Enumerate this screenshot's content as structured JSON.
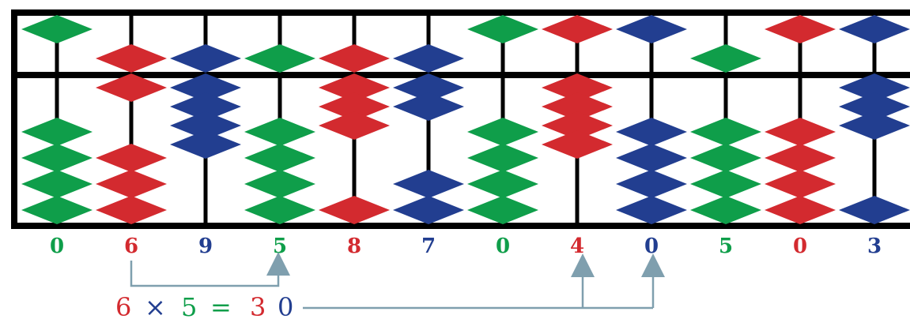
{
  "colors": {
    "green": "#0f9e4a",
    "red": "#d32a2f",
    "blue": "#223e90",
    "frame": "#000000",
    "arrow": "#7f9fae"
  },
  "rods": [
    {
      "digit": "0",
      "color": "green",
      "upper_active": false,
      "lower_active": 0
    },
    {
      "digit": "6",
      "color": "red",
      "upper_active": true,
      "lower_active": 1
    },
    {
      "digit": "9",
      "color": "blue",
      "upper_active": true,
      "lower_active": 4
    },
    {
      "digit": "5",
      "color": "green",
      "upper_active": true,
      "lower_active": 0
    },
    {
      "digit": "8",
      "color": "red",
      "upper_active": true,
      "lower_active": 3
    },
    {
      "digit": "7",
      "color": "blue",
      "upper_active": true,
      "lower_active": 2
    },
    {
      "digit": "0",
      "color": "green",
      "upper_active": false,
      "lower_active": 0
    },
    {
      "digit": "4",
      "color": "red",
      "upper_active": false,
      "lower_active": 4
    },
    {
      "digit": "0",
      "color": "blue",
      "upper_active": false,
      "lower_active": 0
    },
    {
      "digit": "5",
      "color": "green",
      "upper_active": true,
      "lower_active": 0
    },
    {
      "digit": "0",
      "color": "red",
      "upper_active": false,
      "lower_active": 0
    },
    {
      "digit": "3",
      "color": "blue",
      "upper_active": false,
      "lower_active": 3
    }
  ],
  "equation": {
    "a": "6",
    "times": "×",
    "b": "5",
    "equals": "=",
    "r1": "3",
    "r2": "0"
  }
}
